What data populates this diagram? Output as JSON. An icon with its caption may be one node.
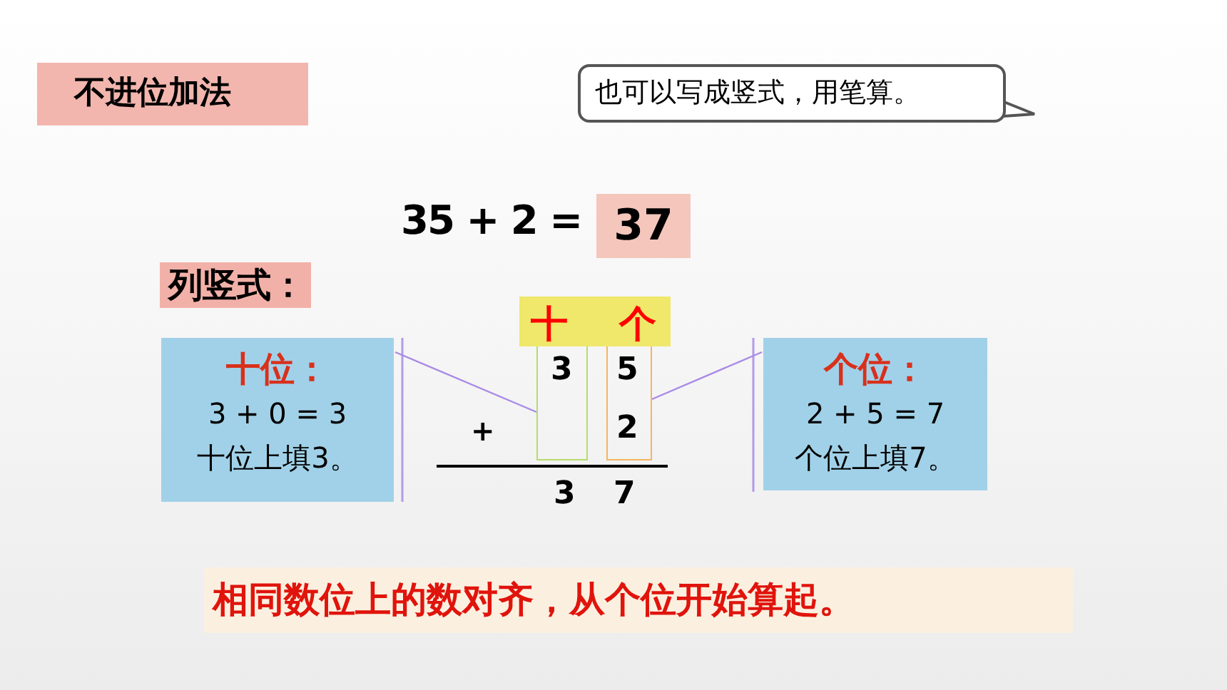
{
  "diagram": {
    "title": "不进位加法",
    "nodes": [
      {
        "text": [
          "也可以写成竖式，用笔算。"
        ]
      },
      {
        "text": [
          "37"
        ]
      },
      {
        "text": [
          "列竖式："
        ]
      },
      {
        "text": [
          "十位：",
          "3 + 0 = 3",
          "十位上填3。"
        ]
      },
      {
        "text": [
          "十",
          "个"
        ]
      },
      {
        "text": [
          "3"
        ]
      },
      {
        "text": [
          "5",
          "2"
        ]
      },
      {
        "text": [
          "个位：",
          "2 + 5 = 7",
          "个位上填7。"
        ]
      },
      {
        "text": [
          "相同数位上的数对齐，从个位开始算起。"
        ]
      }
    ],
    "edges": [
      {
        "from": 3,
        "to": 5,
        "arrow": "none"
      },
      {
        "from": 7,
        "to": 6,
        "arrow": "none"
      }
    ],
    "labels": [
      "35 + 2 =",
      "+",
      "3",
      "7"
    ]
  }
}
